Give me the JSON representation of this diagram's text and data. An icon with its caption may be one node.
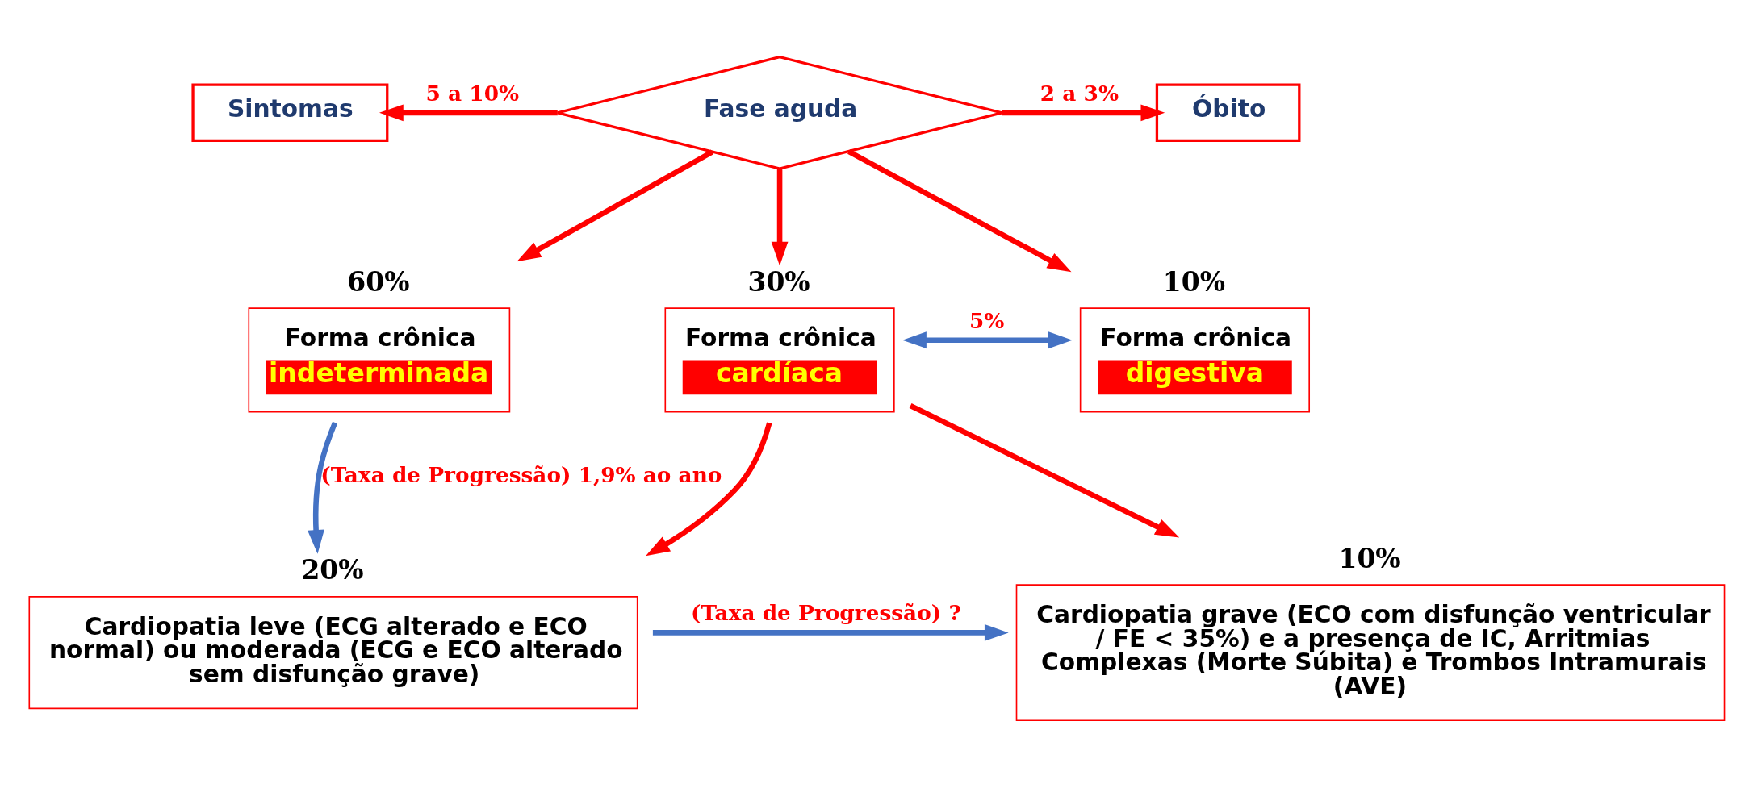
{
  "diagram": {
    "nodes": [
      {
        "text": [
          "Fase aguda"
        ]
      },
      {
        "text": [
          "Sintomas"
        ]
      },
      {
        "text": [
          "Óbito"
        ]
      },
      {
        "text": [
          "Forma crônica",
          "indeterminada"
        ],
        "beside": [
          "60%"
        ]
      },
      {
        "text": [
          "Forma crônica",
          "cardíaca"
        ],
        "beside": [
          "30%"
        ]
      },
      {
        "text": [
          "Forma crônica",
          "digestiva"
        ],
        "beside": [
          "10%"
        ]
      },
      {
        "text": [
          "Cardiopatia leve (ECG alterado e ECO normal) ou moderada (ECG e ECO alterado sem disfunção grave)"
        ],
        "beside": [
          "20%"
        ]
      },
      {
        "text": [
          "Cardiopatia grave (ECO com disfunção ventricular / FE < 35%) e a presença de IC, Arritmias Complexas (Morte Súbita) e Trombos Intramurais (AVE)"
        ],
        "beside": [
          "10%"
        ]
      }
    ],
    "edges": [
      {
        "from": 0,
        "to": 1,
        "arrow": "to",
        "label": "5 a 10%"
      },
      {
        "from": 0,
        "to": 2,
        "arrow": "to",
        "label": "2 a 3%"
      },
      {
        "from": 0,
        "to": 3,
        "arrow": "to"
      },
      {
        "from": 0,
        "to": 4,
        "arrow": "to"
      },
      {
        "from": 0,
        "to": 5,
        "arrow": "to"
      },
      {
        "from": 4,
        "to": 5,
        "arrow": "both",
        "label": "5%",
        "color": "#4472c4"
      },
      {
        "from": 3,
        "to": 6,
        "arrow": "to",
        "label": "(Taxa de Progressão) 1,9% ao ano",
        "color": "#4472c4"
      },
      {
        "from": 4,
        "to": 6,
        "arrow": "to"
      },
      {
        "from": 4,
        "to": 7,
        "arrow": "to"
      },
      {
        "from": 6,
        "to": 7,
        "arrow": "to",
        "label": "(Taxa de Progressão) ?",
        "color": "#4472c4"
      }
    ]
  }
}
